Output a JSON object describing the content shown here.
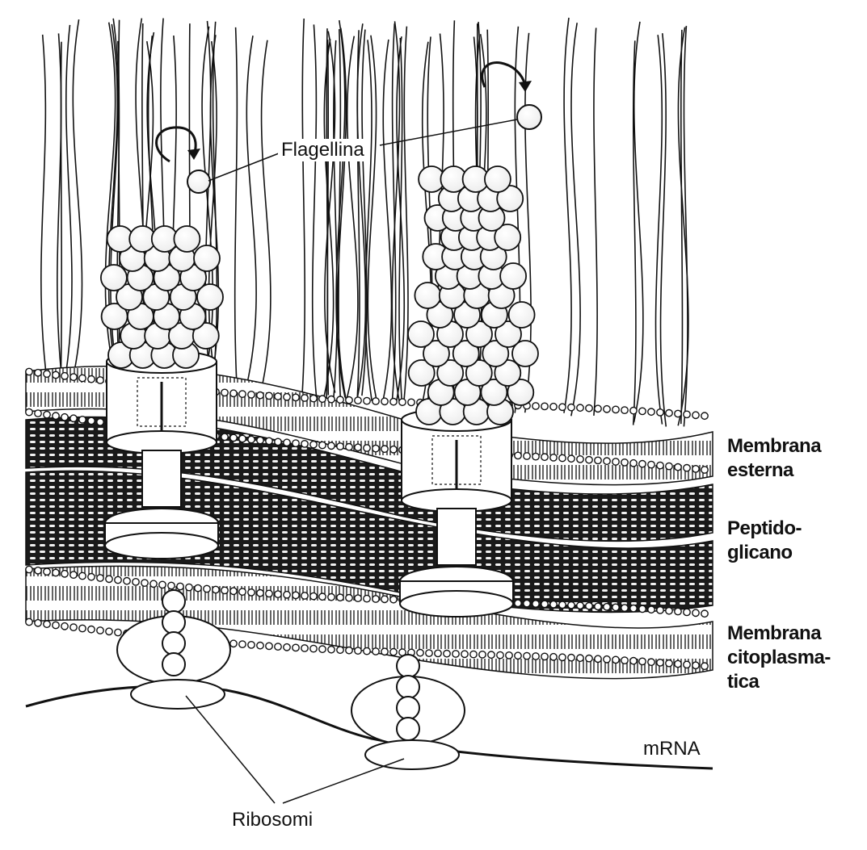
{
  "diagram": {
    "labels": {
      "flagellina": "Flagellina",
      "membrana_esterna": [
        "Membrana",
        "esterna"
      ],
      "peptidoglicano": [
        "Peptido-",
        "glicano"
      ],
      "membrana_citoplasmatica": [
        "Membrana",
        "citoplasma-",
        "tica"
      ],
      "mrna": "mRNA",
      "ribosomi": "Ribosomi"
    }
  },
  "colors": {
    "ink": "#111111",
    "paper": "#ffffff",
    "peptidoglycan": "#1a1a1a"
  }
}
